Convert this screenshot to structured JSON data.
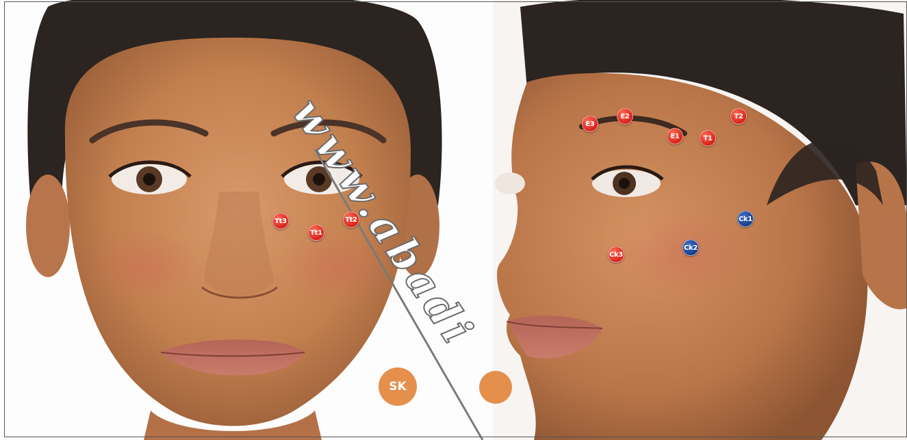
{
  "image": {
    "description_labels": {
      "left_face": "front-facing-face",
      "right_face": "side-profile-face"
    }
  },
  "markers": {
    "front": [
      {
        "id": "tt3",
        "label": "Tt3",
        "color": "red"
      },
      {
        "id": "tt1",
        "label": "Tt1",
        "color": "red"
      },
      {
        "id": "tt2",
        "label": "Tt2",
        "color": "red"
      }
    ],
    "profile": [
      {
        "id": "e3",
        "label": "E3",
        "color": "red"
      },
      {
        "id": "e2",
        "label": "E2",
        "color": "red"
      },
      {
        "id": "e1",
        "label": "E1",
        "color": "red"
      },
      {
        "id": "t1",
        "label": "T1",
        "color": "red"
      },
      {
        "id": "t2",
        "label": "T2",
        "color": "red"
      },
      {
        "id": "ck1",
        "label": "Ck1",
        "color": "blue"
      },
      {
        "id": "ck2",
        "label": "Ck2",
        "color": "blue"
      },
      {
        "id": "ck3",
        "label": "Ck3",
        "color": "red"
      }
    ]
  },
  "badges": {
    "sk": "SK"
  },
  "watermark": {
    "text": "www.abadi"
  },
  "colors": {
    "marker_red": "#d8231a",
    "marker_blue": "#1b3f8c",
    "badge_orange": "#e58f4d",
    "skin": "#c9865a",
    "hair": "#2b2420"
  }
}
